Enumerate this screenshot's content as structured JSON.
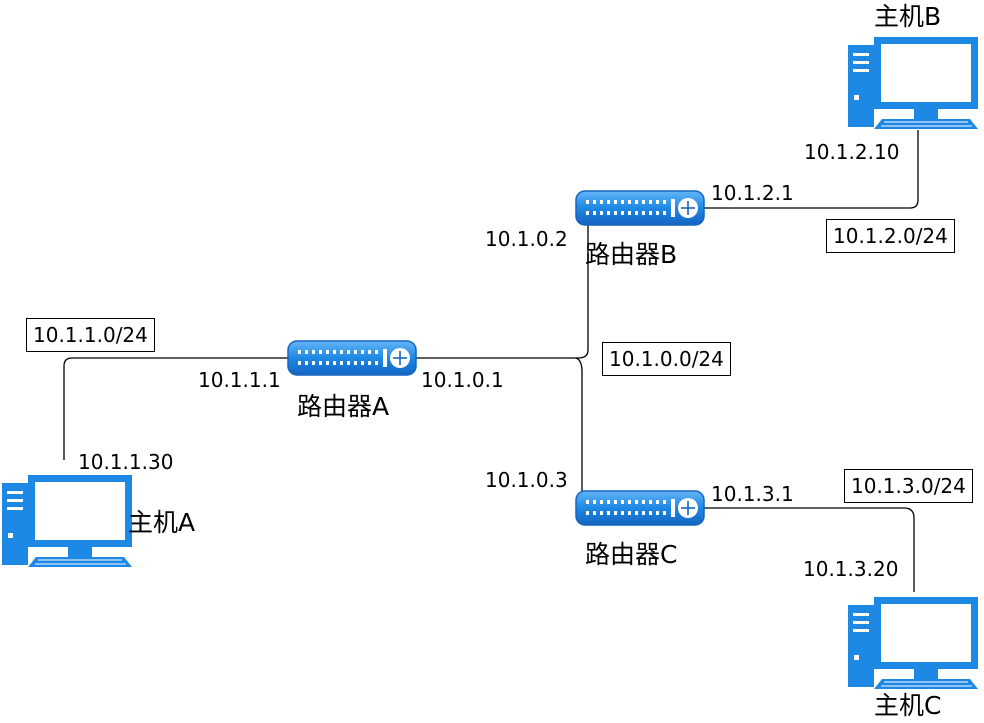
{
  "hosts": {
    "a": {
      "name": "主机A",
      "ip": "10.1.1.30"
    },
    "b": {
      "name": "主机B",
      "ip": "10.1.2.10"
    },
    "c": {
      "name": "主机C",
      "ip": "10.1.3.20"
    }
  },
  "routers": {
    "a": {
      "name": "路由器A",
      "left_ip": "10.1.1.1",
      "right_ip": "10.1.0.1"
    },
    "b": {
      "name": "路由器B",
      "left_ip": "10.1.0.2",
      "right_ip": "10.1.2.1"
    },
    "c": {
      "name": "路由器C",
      "left_ip": "10.1.0.3",
      "right_ip": "10.1.3.1"
    }
  },
  "networks": {
    "net_a": "10.1.1.0/24",
    "net_core": "10.1.0.0/24",
    "net_b": "10.1.2.0/24",
    "net_c": "10.1.3.0/24"
  },
  "colors": {
    "device_blue": "#1e88e5",
    "device_dark": "#0d47a1",
    "link": "#000000"
  }
}
